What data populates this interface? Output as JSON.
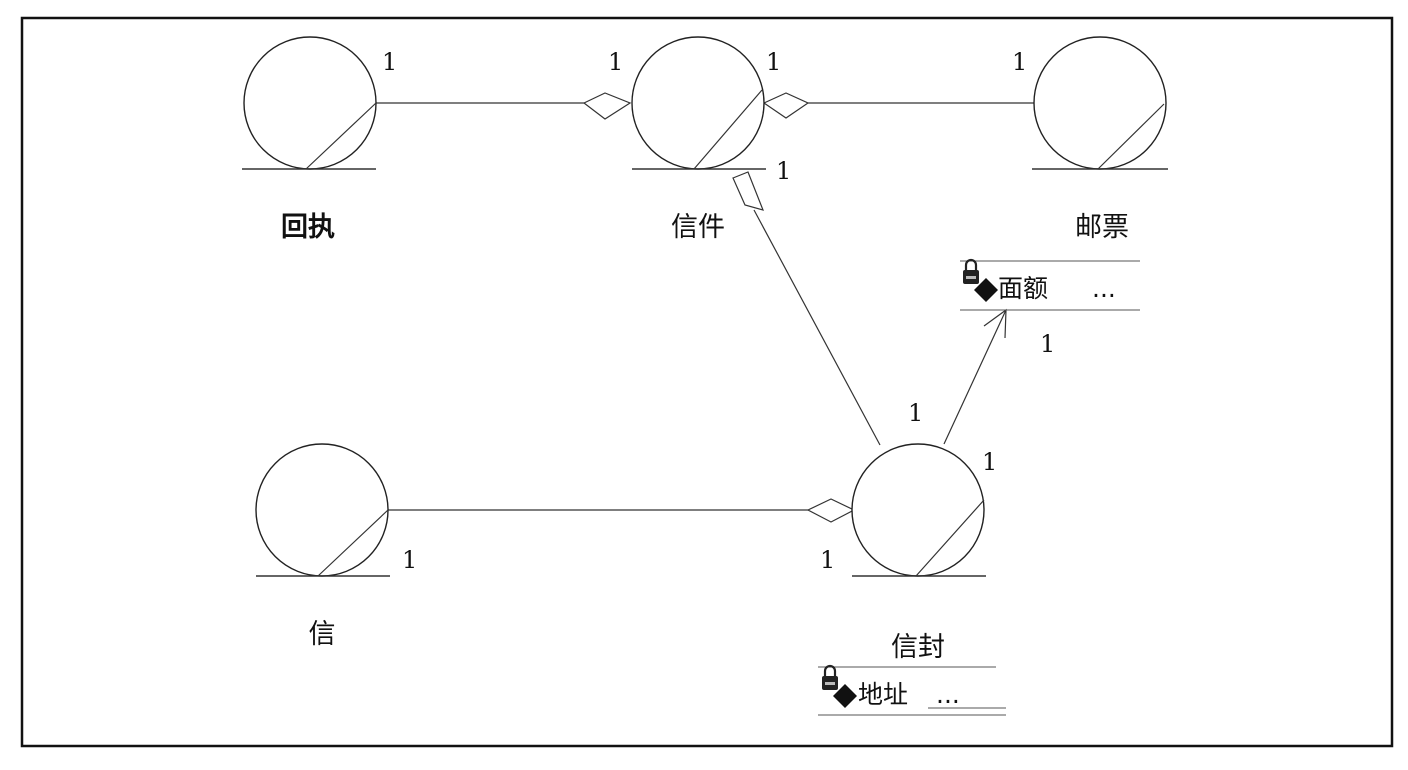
{
  "entities": {
    "receipt": {
      "name": "回执"
    },
    "letter_item": {
      "name": "信件"
    },
    "stamp": {
      "name": "邮票",
      "attribute": "面额",
      "ellipsis": "..."
    },
    "letter": {
      "name": "信"
    },
    "envelope": {
      "name": "信封",
      "attribute": "地址",
      "ellipsis": "..."
    }
  },
  "multiplicities": {
    "receipt_letteritem_a": "1",
    "receipt_letteritem_b": "1",
    "letteritem_stamp_a": "1",
    "letteritem_stamp_b": "1",
    "letteritem_envelope_a": "1",
    "letteritem_envelope_b": "1",
    "envelope_stamp_a": "1",
    "envelope_stamp_b": "1",
    "letter_envelope_a": "1",
    "letter_envelope_b": "1"
  },
  "icons": {
    "attribute_icon": "lock-attribute-icon"
  }
}
